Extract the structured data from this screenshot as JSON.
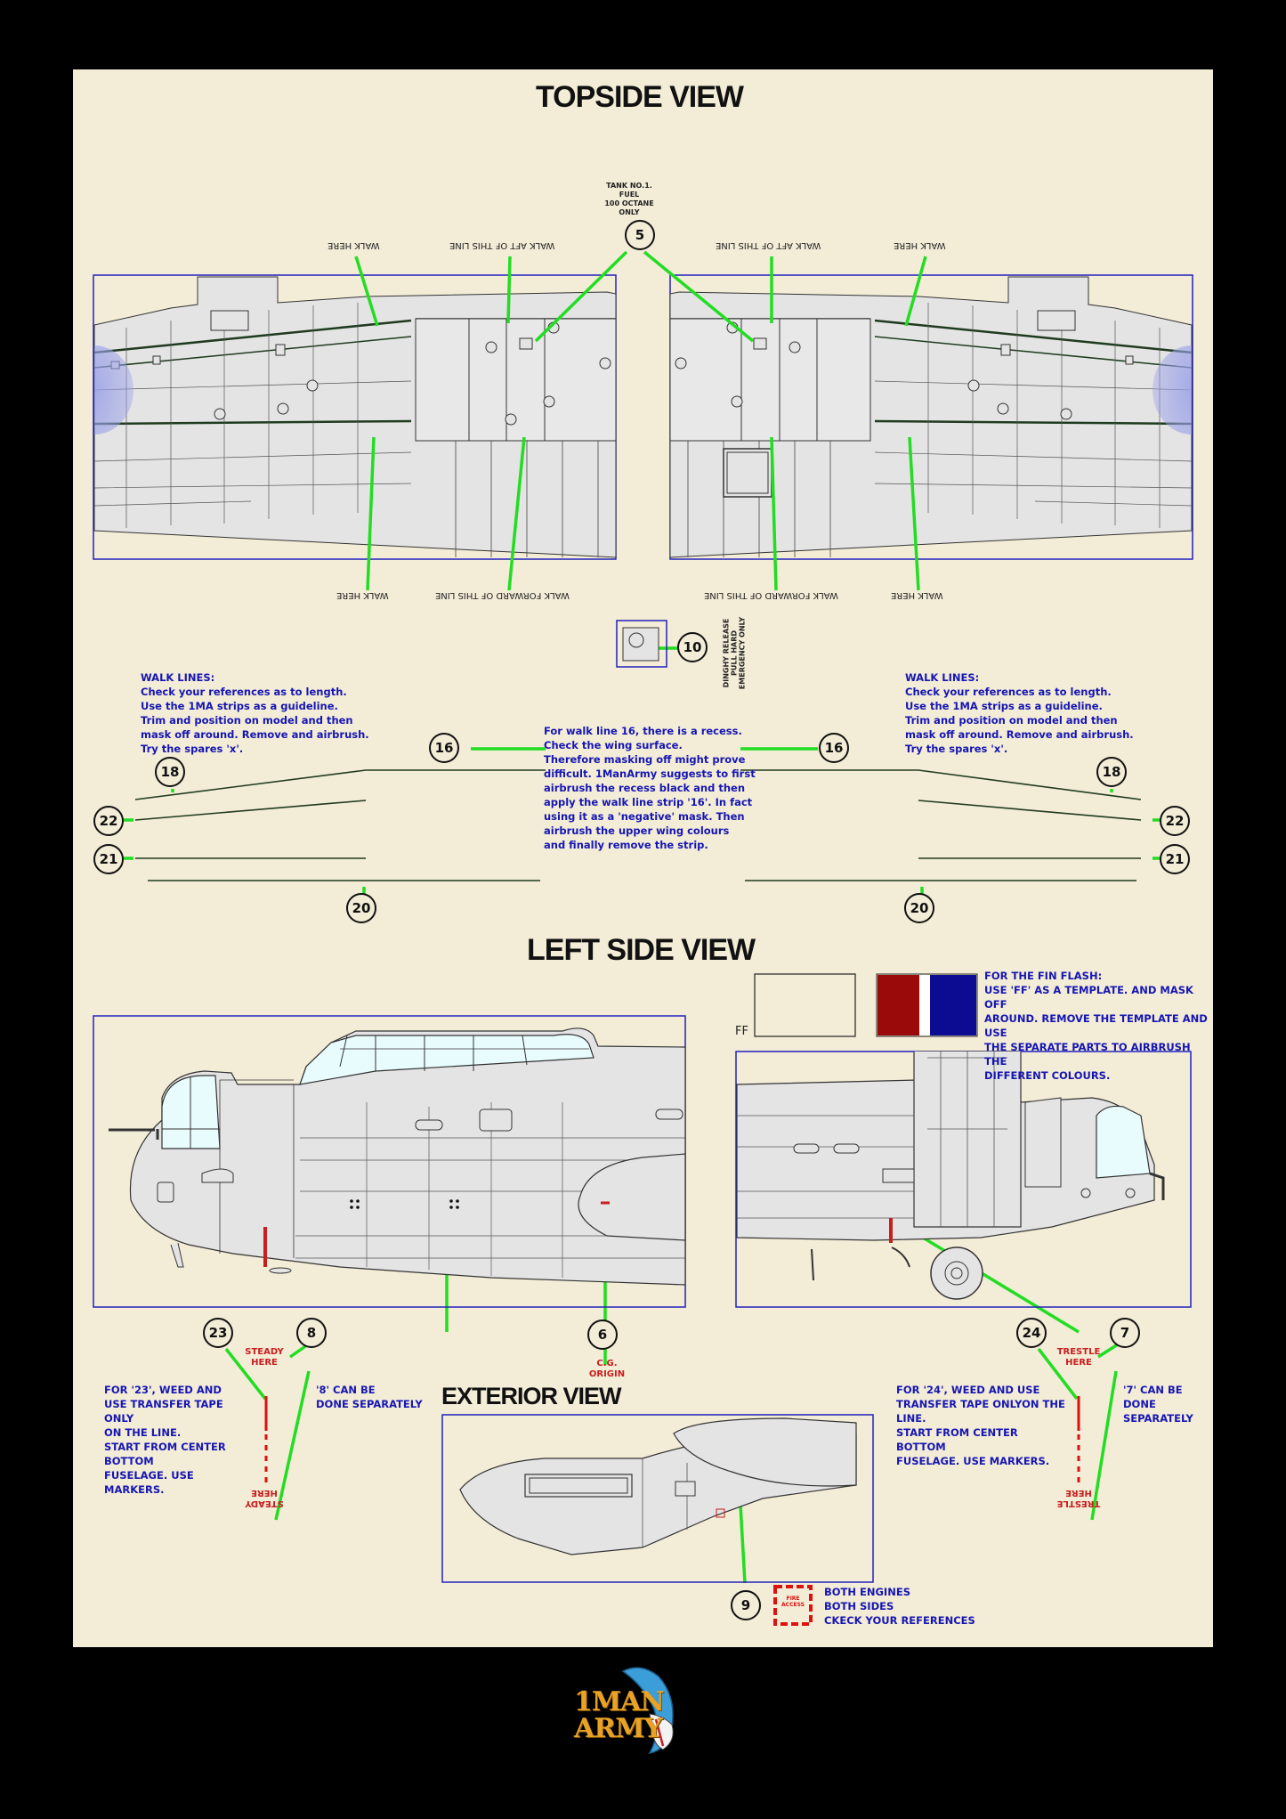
{
  "titles": {
    "topside": "TOPSIDE VIEW",
    "left_side": "LEFT SIDE VIEW",
    "exterior": "EXTERIOR VIEW"
  },
  "topside": {
    "tank_label": [
      "TANK NO.1.",
      "FUEL",
      "100 OCTANE",
      "ONLY"
    ],
    "walk_here": "WALK HERE",
    "walk_aft": "WALK AFT OF THIS LINE",
    "walk_forward": "WALK FORWARD OF THIS LINE",
    "dinghy_label": [
      "DINGHY RELEASE",
      "PULL HARD",
      "EMERGENCY ONLY"
    ]
  },
  "callouts": [
    "5",
    "10",
    "16",
    "16",
    "18",
    "18",
    "22",
    "22",
    "21",
    "21",
    "20",
    "20",
    "23",
    "8",
    "6",
    "24",
    "7",
    "9"
  ],
  "walk_lines_note": {
    "heading": "WALK LINES:",
    "lines": [
      "Check your references as to length.",
      "Use the 1MA strips as a guideline.",
      "Trim and position on model and then",
      "mask off around. Remove and airbrush.",
      "Try the spares 'x'."
    ]
  },
  "walk16_note": [
    "For walk line 16, there is a recess.",
    "Check the wing surface.",
    "Therefore masking off might prove",
    "difficult. 1ManArmy suggests to first",
    "airbrush the recess black and then",
    "apply the walk line strip '16'. In fact",
    "using it as a 'negative' mask. Then",
    "airbrush the upper wing colours",
    "and finally remove the strip."
  ],
  "fin_flash": {
    "template_label": "FF",
    "note": [
      "FOR THE FIN FLASH:",
      "USE 'FF' AS A TEMPLATE. AND MASK OFF",
      "AROUND. REMOVE THE TEMPLATE AND USE",
      "THE SEPARATE PARTS TO AIRBRUSH THE",
      "DIFFERENT COLOURS."
    ],
    "colors": {
      "red": "#9b0a0a",
      "white": "#ffffff",
      "blue": "#0c0c92"
    }
  },
  "left_side": {
    "steady_here": [
      "STEADY",
      "HERE"
    ],
    "cg_origin": [
      "C.G.",
      "ORIGIN"
    ],
    "note_23": [
      "FOR '23', WEED AND",
      "USE TRANSFER TAPE ONLY",
      "ON THE LINE.",
      "START FROM CENTER BOTTOM",
      "FUSELAGE. USE MARKERS."
    ],
    "note_8": [
      "'8' CAN BE",
      "DONE SEPARATELY"
    ],
    "trestle_here": [
      "TRESTLE",
      "HERE"
    ],
    "note_24": [
      "FOR '24', WEED AND USE",
      "TRANSFER TAPE ONLYON THE LINE.",
      "START FROM CENTER BOTTOM",
      "FUSELAGE. USE MARKERS."
    ],
    "note_7": [
      "'7' CAN BE DONE",
      "SEPARATELY"
    ]
  },
  "exterior": {
    "fire_access": [
      "FIRE",
      "ACCESS"
    ],
    "note_9": [
      "BOTH ENGINES",
      "BOTH SIDES",
      "CKECK YOUR REFERENCES"
    ]
  },
  "logo": {
    "line1": "1MAN",
    "line2": "ARMY"
  },
  "colors": {
    "background": "#000000",
    "sheet": "#f3ecd7",
    "frame": "#2222bb",
    "callout_line": "#22dd22",
    "text_blue": "#1616b3",
    "text_red": "#c81e1e",
    "panel": "#e4e4e4",
    "canopy": "#e8fbfd",
    "logo_gold": "#e8a326",
    "logo_blue": "#3c9ed8"
  }
}
